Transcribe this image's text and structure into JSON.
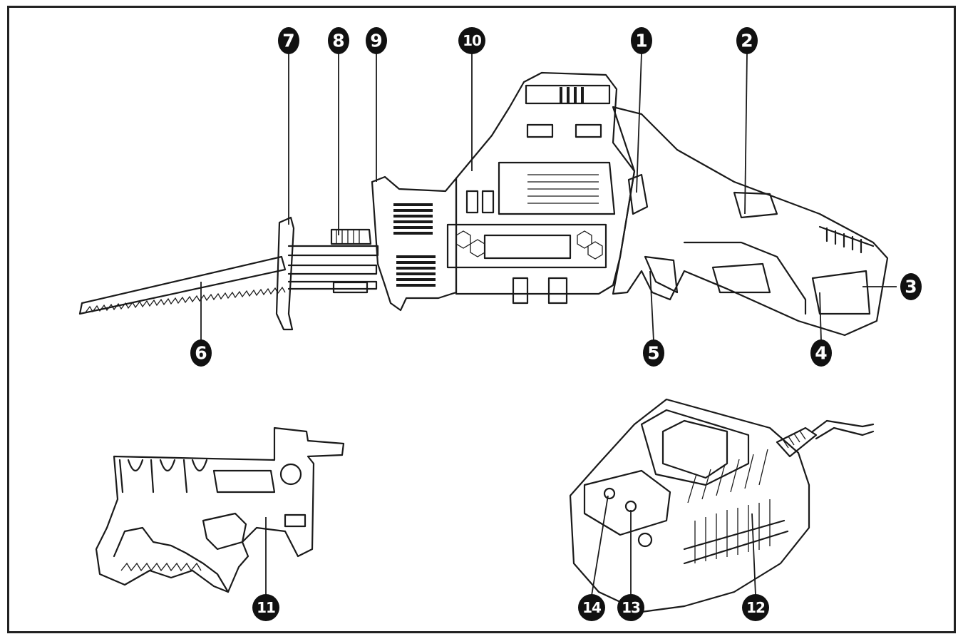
{
  "callouts": [
    {
      "id": "c1",
      "label": "1"
    },
    {
      "id": "c2",
      "label": "2"
    },
    {
      "id": "c3",
      "label": "3"
    },
    {
      "id": "c4",
      "label": "4"
    },
    {
      "id": "c5",
      "label": "5"
    },
    {
      "id": "c6",
      "label": "6"
    },
    {
      "id": "c7",
      "label": "7"
    },
    {
      "id": "c8",
      "label": "8"
    },
    {
      "id": "c9",
      "label": "9"
    },
    {
      "id": "c10",
      "label": "10"
    },
    {
      "id": "c11",
      "label": "11"
    },
    {
      "id": "c12",
      "label": "12"
    },
    {
      "id": "c13",
      "label": "13"
    },
    {
      "id": "c14",
      "label": "14"
    }
  ],
  "colors": {
    "ink": "#1a1a1a",
    "badge": "#111111",
    "background": "#ffffff"
  }
}
